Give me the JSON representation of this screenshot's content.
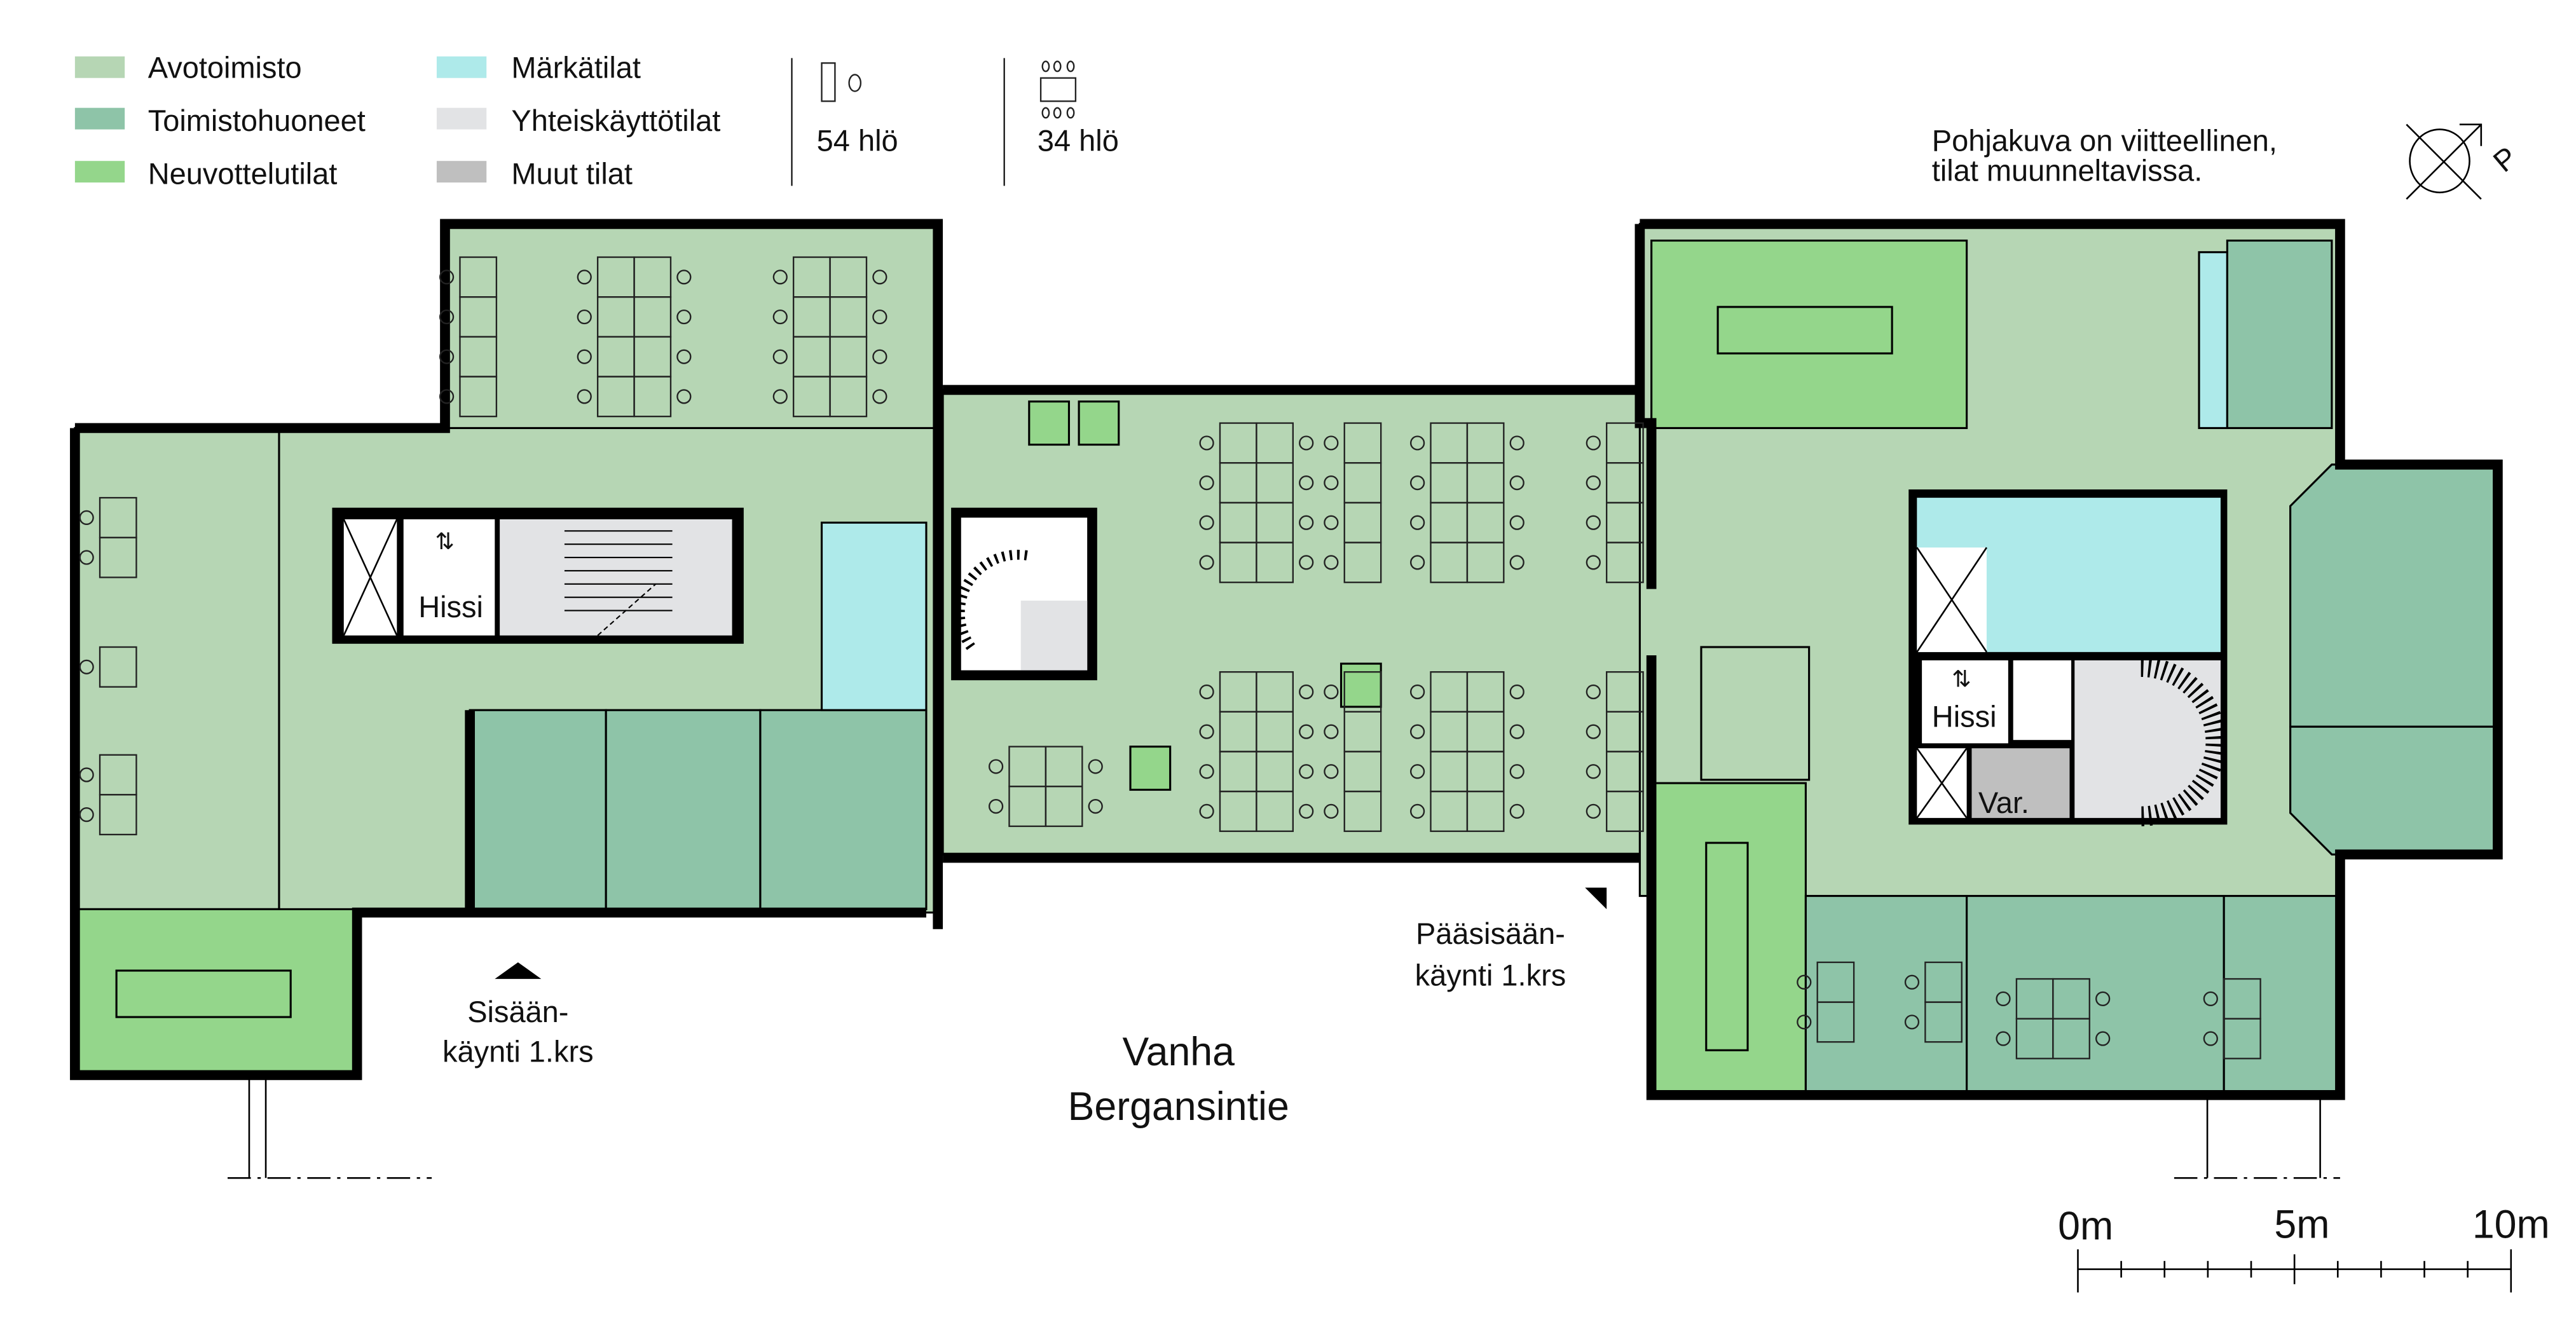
{
  "legend": {
    "items": [
      {
        "label": "Avotoimisto",
        "color": "#b6d6b4"
      },
      {
        "label": "Toimistohuoneet",
        "color": "#8ec4a8"
      },
      {
        "label": "Neuvottelutilat",
        "color": "#94d68b"
      },
      {
        "label": "Märkätilat",
        "color": "#aeeaea"
      },
      {
        "label": "Yhteiskäyttötilat",
        "color": "#e2e3e5"
      },
      {
        "label": "Muut tilat",
        "color": "#bfbfbf"
      }
    ],
    "workstations": {
      "label": "54 hlö",
      "icon": "desk-icon"
    },
    "meeting_seats": {
      "label": "34 hlö",
      "icon": "meeting-table-icon"
    }
  },
  "note": {
    "line1": "Pohjakuva on viitteellinen,",
    "line2": "tilat muunneltavissa."
  },
  "compass": {
    "letter": "P",
    "icon": "north-arrow-icon"
  },
  "plan": {
    "elevator_left": "Hissi",
    "elevator_right": "Hissi",
    "storage": "Var.",
    "entrance_side": {
      "line1": "Sisään-",
      "line2": "käynti 1.krs"
    },
    "entrance_main": {
      "line1": "Pääsisään-",
      "line2": "käynti 1.krs"
    },
    "street": {
      "line1": "Vanha",
      "line2": "Bergansintie"
    }
  },
  "scale": {
    "labels": [
      "0m",
      "5m",
      "10m"
    ],
    "unit": "m",
    "length": 10
  }
}
